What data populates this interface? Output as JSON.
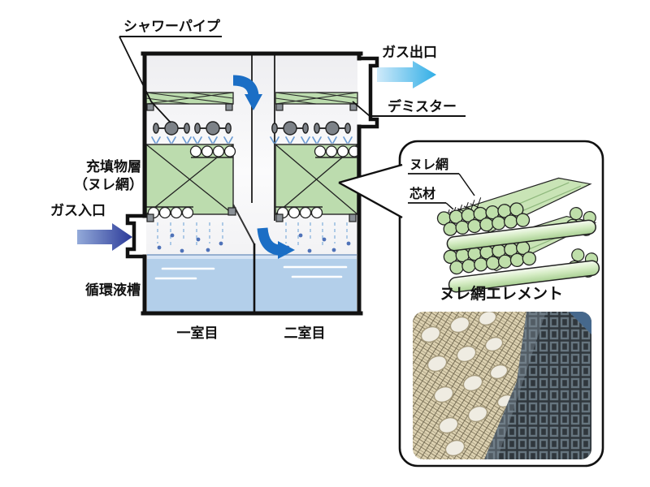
{
  "diagram": {
    "labels": {
      "shower_pipe": "シャワーパイプ",
      "gas_outlet": "ガス出口",
      "demister": "デミスター",
      "packing_layer_line1": "充填物層",
      "packing_layer_line2": "（ヌレ網）",
      "gas_inlet": "ガス入口",
      "circulation_tank": "循環液槽",
      "chamber1": "一室目",
      "chamber2": "二室目"
    },
    "callout": {
      "wet_mesh": "ヌレ網",
      "core_material": "芯材",
      "element_caption": "ヌレ網エレメント"
    },
    "colors": {
      "packing_green": "#bcdcae",
      "tube_green": "#bfdfaa",
      "water_blue": "#b3cfea",
      "water_highlight": "#d6e4f5",
      "flow_arrow_blue": "#1b6ec5",
      "inlet_arrow_light": "#93aad9",
      "inlet_arrow_dark": "#2b3a99",
      "outlet_arrow_light": "#cfeafa",
      "outlet_arrow_cyan": "#30aee6",
      "spray_blue": "#6b9bd2",
      "drip_blue": "#4f72b8"
    }
  }
}
